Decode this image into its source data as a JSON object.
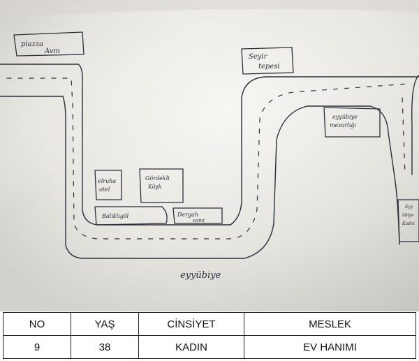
{
  "sketch": {
    "labels": {
      "piazza": [
        "piazza",
        "Avm"
      ],
      "seyir": [
        "Seyir",
        "tepesi"
      ],
      "mezarlik": [
        "eyyübiye",
        "mezarlığı"
      ],
      "elruha": [
        "elruha",
        "otel"
      ],
      "gardakli": [
        "Gördekli",
        "Köşk"
      ],
      "balikli": "Balıklıgöl",
      "dergah": [
        "Dergah",
        "cami"
      ],
      "eyyubiye_right": [
        "Eyy",
        "übiye",
        "Kadın"
      ],
      "bottom_caption": "eyyübiye"
    },
    "colors": {
      "ink": "#2a2e3a",
      "paper": "#e6e4df"
    }
  },
  "table": {
    "headers": [
      "NO",
      "YAŞ",
      "CİNSİYET",
      "MESLEK"
    ],
    "row": [
      "9",
      "38",
      "KADIN",
      "EV HANIMI"
    ]
  }
}
